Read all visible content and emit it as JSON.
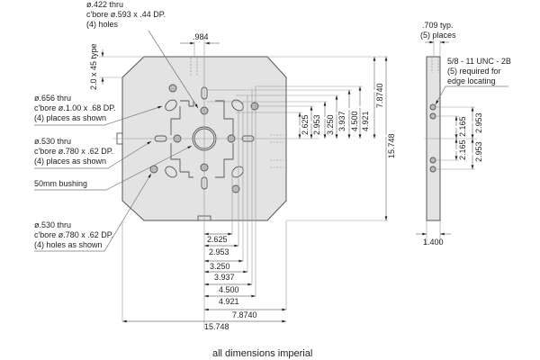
{
  "callouts": {
    "top_hole": [
      "ø.422 thru",
      "c'bore ø.593 x .44 DP.",
      "(4) holes"
    ],
    "chamfer": "2.0 x 45 type",
    "slot_width": ".984",
    "large_cbore": [
      "ø.656 thru",
      "c'bore ø.1.00 x .68 DP.",
      "(4) places as shown"
    ],
    "mid_cbore": [
      "ø.530 thru",
      "c'bore ø.780 x .62 DP.",
      "(4) places as shown"
    ],
    "bushing": "50mm bushing",
    "low_cbore": [
      "ø.530 thru",
      "c'bore ø.780 x .62 DP.",
      "(4) holes as shown"
    ]
  },
  "vertical_dims": [
    "2.625",
    "2.953",
    "3.250",
    "3.937",
    "4.500",
    "4.921",
    "7.8740",
    "15.748"
  ],
  "horizontal_dims": [
    "2.625",
    "2.953",
    "3.250",
    "3.937",
    "4.500",
    "4.921",
    "7.8740",
    "15.748"
  ],
  "side_view": {
    "top_dim": [
      ".709 typ.",
      "(5) places"
    ],
    "thread": [
      "5/8 - 11 UNC - 2B",
      "(5) required for",
      "edge locating"
    ],
    "inner_dims": [
      "2.165",
      "2.165"
    ],
    "outer_dims": [
      "2.953",
      "2.953"
    ],
    "width": "1.400"
  },
  "footer": "all dimensions imperial"
}
